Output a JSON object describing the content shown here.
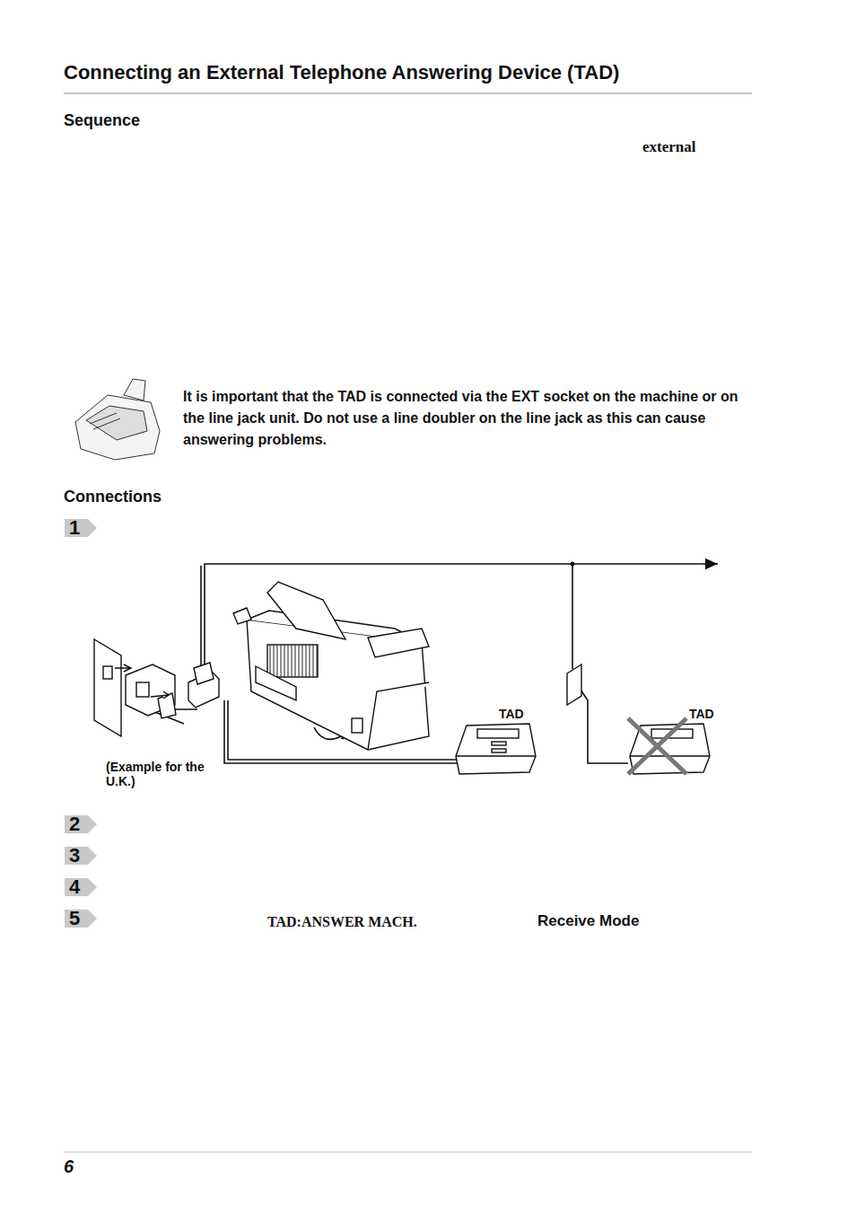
{
  "diagram": {
    "title": "Connecting an External Telephone Answering Device (TAD)",
    "labels": [
      "Sequence",
      "external",
      "It is important that the TAD is connected via the EXT socket on the machine or on the line jack unit. Do not use a line doubler on the line jack as this can cause answering problems.",
      "Connections",
      "1",
      "TAD",
      "TAD",
      "(Example for the U.K.)",
      "2",
      "3",
      "4",
      "5",
      "TAD:ANSWER MACH.",
      "Receive Mode",
      "6"
    ]
  }
}
